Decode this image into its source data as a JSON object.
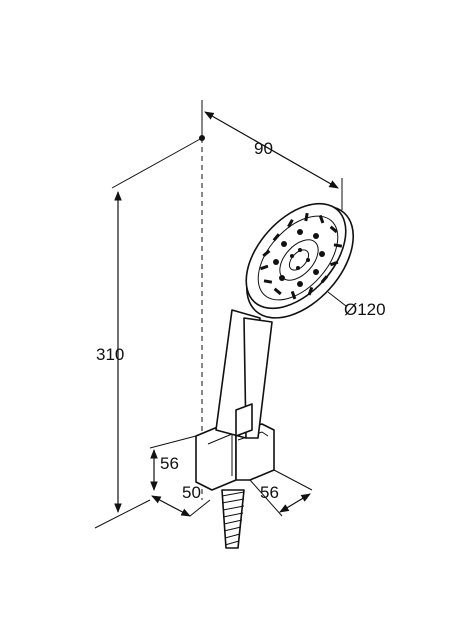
{
  "dimensions": {
    "height": "310",
    "head_offset": "90",
    "head_diameter": "Ø120",
    "holder_height": "56",
    "holder_depth": "50",
    "holder_width": "56"
  }
}
